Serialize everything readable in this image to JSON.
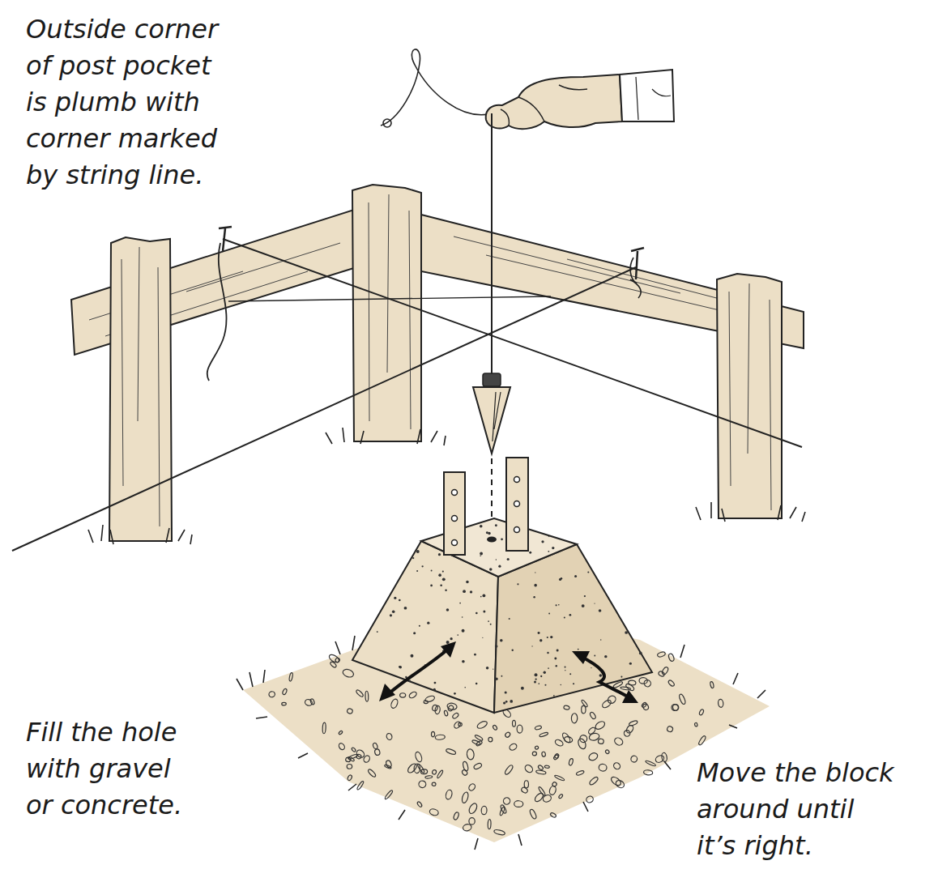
{
  "diagram": {
    "labels": [
      "Outside corner of post pocket is plumb with corner marked by string line.",
      "Fill the hole with gravel or concrete.",
      "Move the block around until it’s right."
    ]
  }
}
